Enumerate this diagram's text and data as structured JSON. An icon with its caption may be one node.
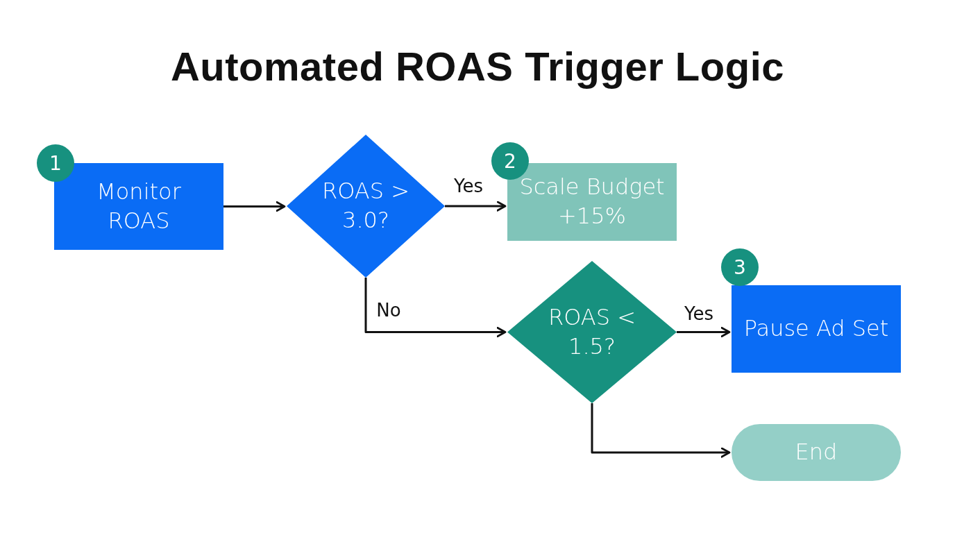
{
  "diagram": {
    "title": "Automated ROAS Trigger Logic",
    "nodes": [
      {
        "text": [
          "Monitor ROAS"
        ],
        "beside": [
          "1"
        ]
      },
      {
        "text": [
          "ROAS > 3.0?"
        ]
      },
      {
        "text": [
          "Scale Budget +15%"
        ],
        "beside": [
          "2"
        ]
      },
      {
        "text": [
          "ROAS < 1.5?"
        ]
      },
      {
        "text": [
          "Pause Ad Set"
        ],
        "beside": [
          "3"
        ]
      },
      {
        "text": [
          "End"
        ]
      }
    ],
    "edges": [
      {
        "from": 0,
        "to": 1,
        "arrow": "to"
      },
      {
        "from": 1,
        "to": 2,
        "arrow": "to",
        "label": "Yes"
      },
      {
        "from": 1,
        "to": 3,
        "arrow": "to",
        "label": "No"
      },
      {
        "from": 3,
        "to": 4,
        "arrow": "to",
        "label": "Yes"
      },
      {
        "from": 3,
        "to": 5,
        "arrow": "to"
      }
    ]
  }
}
